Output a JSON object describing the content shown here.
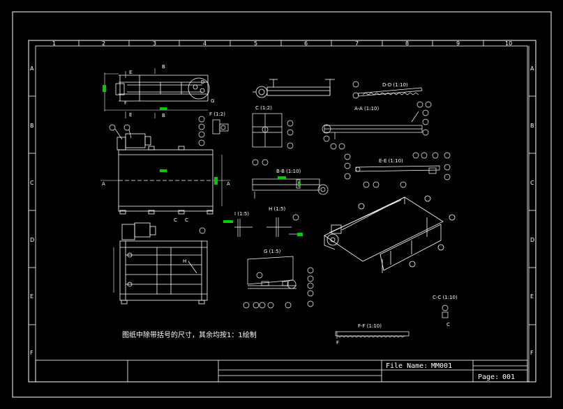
{
  "sheet": {
    "columns": [
      "1",
      "2",
      "3",
      "4",
      "5",
      "6",
      "7",
      "8",
      "9",
      "10"
    ],
    "rows": [
      "A",
      "B",
      "C",
      "D",
      "E",
      "F"
    ]
  },
  "views": {
    "dd": "D-D (1:10)",
    "aa": "A-A (1:10)",
    "ee": "E-E (1:10)",
    "cc_detail": "C (1:2)",
    "f_detail": "F (1:2)",
    "bb": "B-B (1:10)",
    "i_detail": "I (1:5)",
    "h_detail": "H (1:5)",
    "g_detail": "G (1:5)",
    "cc": "C-C (1:10)",
    "ff": "F-F (1:10)"
  },
  "markers": {
    "e": "E",
    "b": "B",
    "a": "A",
    "c": "C",
    "f": "F",
    "d": "D",
    "g": "G",
    "h": "H"
  },
  "note": "图纸中除带括号的尺寸，其余均按1：1绘制",
  "title_block": {
    "file_name_label": "File Name:",
    "file_name_value": "MM001",
    "page_label": "Page:",
    "page_value": "001"
  },
  "colors": {
    "background": "#000000",
    "lines": "#ffffff",
    "dimension": "#00cc00"
  }
}
